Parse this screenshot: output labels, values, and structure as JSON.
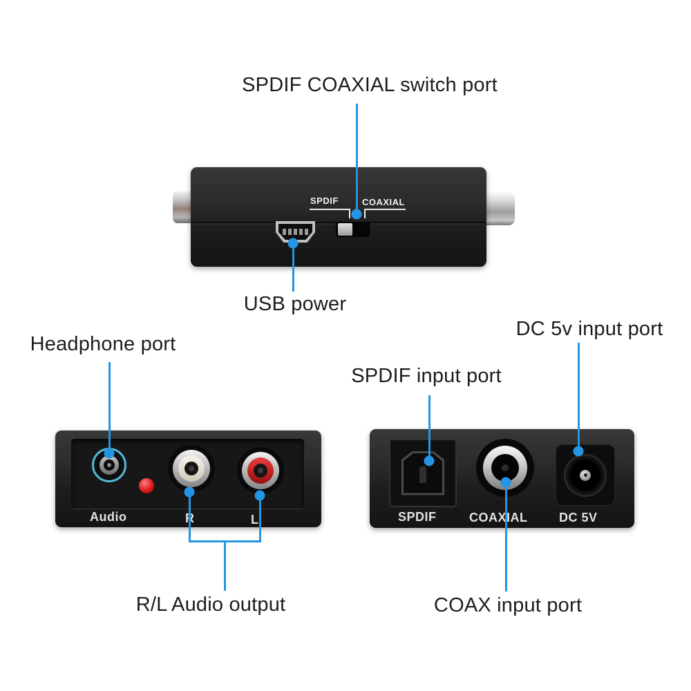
{
  "callouts": {
    "switch_port": "SPDIF COAXIAL switch port",
    "usb_power": "USB power",
    "headphone_port": "Headphone port",
    "spdif_input": "SPDIF input port",
    "dc_input": "DC 5v input port",
    "rl_audio_output": "R/L Audio output",
    "coax_input": "COAX input port"
  },
  "top_device": {
    "switch_labels": {
      "spdif": "SPDIF",
      "coaxial": "COAXIAL"
    }
  },
  "front_device": {
    "port_labels": {
      "audio": "Audio",
      "right": "R",
      "left": "L"
    }
  },
  "rear_device": {
    "port_labels": {
      "spdif": "SPDIF",
      "coaxial": "COAXIAL",
      "dc": "DC 5V"
    }
  },
  "colors": {
    "annotation_blue": "#2494e4",
    "device_black": "#1e1e1e",
    "rca_red": "#c32020",
    "headphone_ring_cyan": "#55b7da",
    "led_red": "#e01818"
  }
}
